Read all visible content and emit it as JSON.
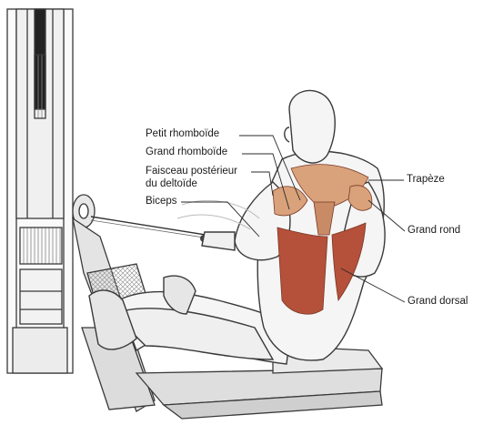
{
  "labels": {
    "petit_rhomboide": "Petit rhomboïde",
    "grand_rhomboide": "Grand rhomboïde",
    "faisceau_line1": "Faisceau postérieur",
    "faisceau_line2": "du deltoïde",
    "biceps": "Biceps",
    "trapeze": "Trapèze",
    "grand_rond": "Grand rond",
    "grand_dorsal": "Grand dorsal"
  },
  "colors": {
    "muscle_dark": "#b5503a",
    "muscle_light": "#d9a27a",
    "outline": "#3a3a3a",
    "skin": "#f4f4f4",
    "machine_shade": "#d8d8d8"
  }
}
